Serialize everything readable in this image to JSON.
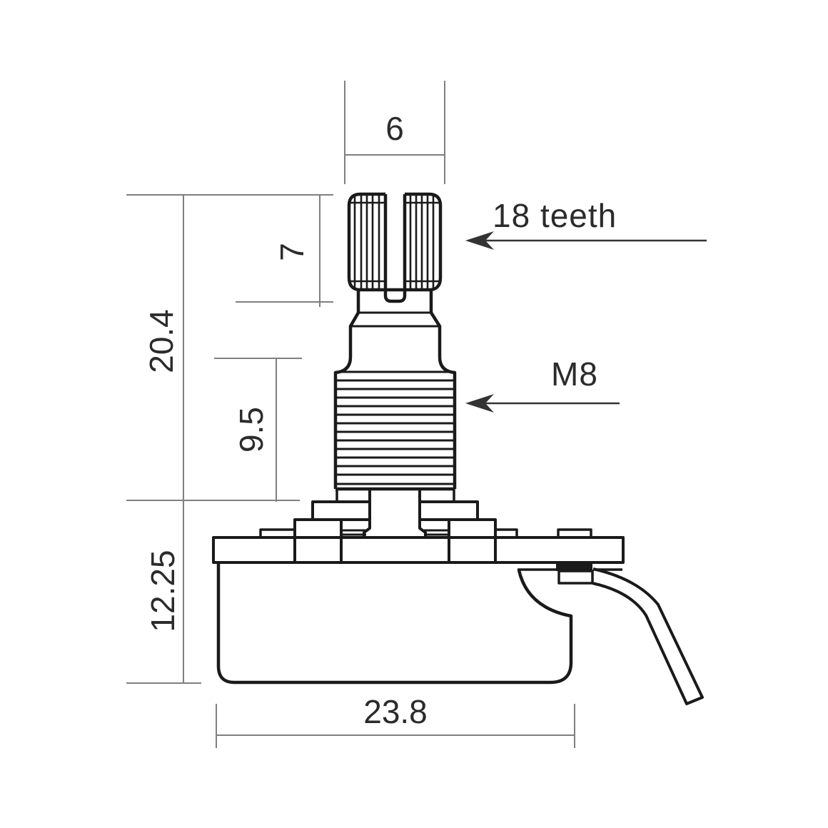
{
  "drawing": {
    "unit_note": "",
    "dimensions": {
      "shaft_knurl_diameter": "6",
      "slot_depth": "7",
      "shaft_height_above_mount": "20.4",
      "bushing_length": "9.5",
      "body_depth": "12.25",
      "body_width": "23.8"
    },
    "labels": {
      "teeth": "18 teeth",
      "thread": "M8"
    },
    "colors": {
      "outline": "#1a1a1a",
      "dimension_line": "#7f7f7f",
      "label_text": "#2b2b2b",
      "arrow": "#333333",
      "background": "#ffffff"
    }
  }
}
